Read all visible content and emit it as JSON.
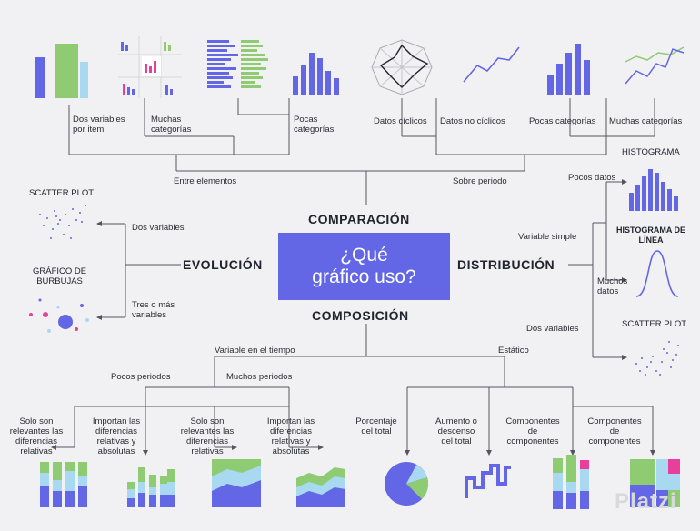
{
  "center": {
    "title": "¿Qué\ngráfico uso?"
  },
  "headings": {
    "comparison": "COMPARACIÓN",
    "evolution": "EVOLUCIÓN",
    "distribution": "DISTRIBUCIÓN",
    "composition": "COMPOSICIÓN"
  },
  "comparison": {
    "between_items": "Entre elementos",
    "over_period": "Sobre periodo",
    "two_vars_per_item": "Dos variables\npor item",
    "many_categories": "Muchas\ncategorías",
    "few_categories": "Pocas\ncategorías",
    "cyclic_data": "Datos cíclicos",
    "non_cyclic_data": "Datos no cíclicos",
    "few_categories_period": "Pocas categorías",
    "many_categories_period": "Muchas categorías"
  },
  "evolution": {
    "scatter_title": "SCATTER PLOT",
    "bubble_title": "GRÁFICO DE\nBURBUJAS",
    "two_variables": "Dos variables",
    "three_or_more": "Tres o más\nvariables"
  },
  "distribution": {
    "histogram_title": "HISTOGRAMA",
    "line_histogram_title": "HISTOGRAMA DE\nLÍNEA",
    "scatter_title": "SCATTER PLOT",
    "few_data": "Pocos datos",
    "simple_variable": "Variable simple",
    "many_data": "Muchos\ndatos",
    "two_variables": "Dos variables"
  },
  "composition": {
    "variable_over_time": "Variable en el tiempo",
    "static": "Estático",
    "few_periods": "Pocos periodos",
    "many_periods": "Muchos periodos",
    "only_relative_1": "Solo son\nrelevantes las\ndiferencias\nrelativas",
    "relative_absolute_1": "Importan las\ndiferencias\nrelativas y\nabsolutas",
    "only_relative_2": "Solo son\nrelevantes las\ndiferencias\nrelativas",
    "relative_absolute_2": "Importan las\ndiferencias\nrelativas y\nabsolutas",
    "percent_total": "Porcentaje\ndel total",
    "increase_decrease": "Aumento o\ndescenso\ndel total",
    "components_1": "Componentes\nde\ncomponentes",
    "components_2": "Componentes\nde\ncomponentes"
  },
  "brand": {
    "watermark": "Platzi"
  },
  "colors": {
    "accent": "#6366e5",
    "green": "#8ecb73",
    "light_blue": "#a9d9f0",
    "pink": "#e8409a",
    "line": "#555560"
  },
  "icons": [
    "bar-chart-icon",
    "grid-bar-icon",
    "horizontal-bar-icon",
    "column-chart-icon",
    "radar-chart-icon",
    "line-chart-icon",
    "multi-line-icon",
    "scatter-plot-icon",
    "bubble-chart-icon",
    "histogram-icon",
    "bell-curve-icon",
    "stacked-100-icon",
    "stacked-bar-icon",
    "stacked-area-100-icon",
    "stacked-area-icon",
    "pie-chart-icon",
    "waterfall-icon",
    "stacked-components-icon",
    "treemap-icon"
  ]
}
